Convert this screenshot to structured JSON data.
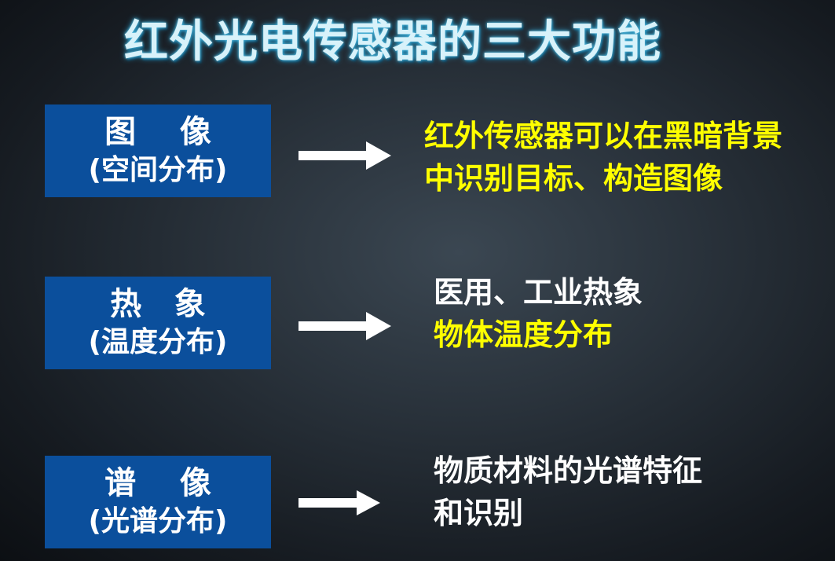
{
  "title": "红外光电传感器的三大功能",
  "rows": [
    {
      "box_name": "图    像",
      "box_sub": "(空间分布)",
      "desc_lines": [
        "红外传感器可以在黑暗背景",
        "中识别目标、构造图像"
      ],
      "desc_colors": [
        "#ffff00",
        "#ffff00"
      ]
    },
    {
      "box_name": "热   象",
      "box_sub": "(温度分布)",
      "desc_lines": [
        "医用、工业热象",
        "物体温度分布"
      ],
      "desc_colors": [
        "#ffffff",
        "#ffff00"
      ]
    },
    {
      "box_name": "谱    像",
      "box_sub": "(光谱分布)",
      "desc_lines": [
        "物质材料的光谱特征",
        "和识别"
      ],
      "desc_colors": [
        "#ffffff",
        "#ffffff"
      ]
    }
  ],
  "colors": {
    "box_background": "#0b4f9c",
    "highlight_text": "#ffff00",
    "normal_text": "#ffffff",
    "title_glow": "#2ea8d8"
  },
  "icons": [
    "right-arrow-icon",
    "right-arrow-icon",
    "right-arrow-icon"
  ]
}
